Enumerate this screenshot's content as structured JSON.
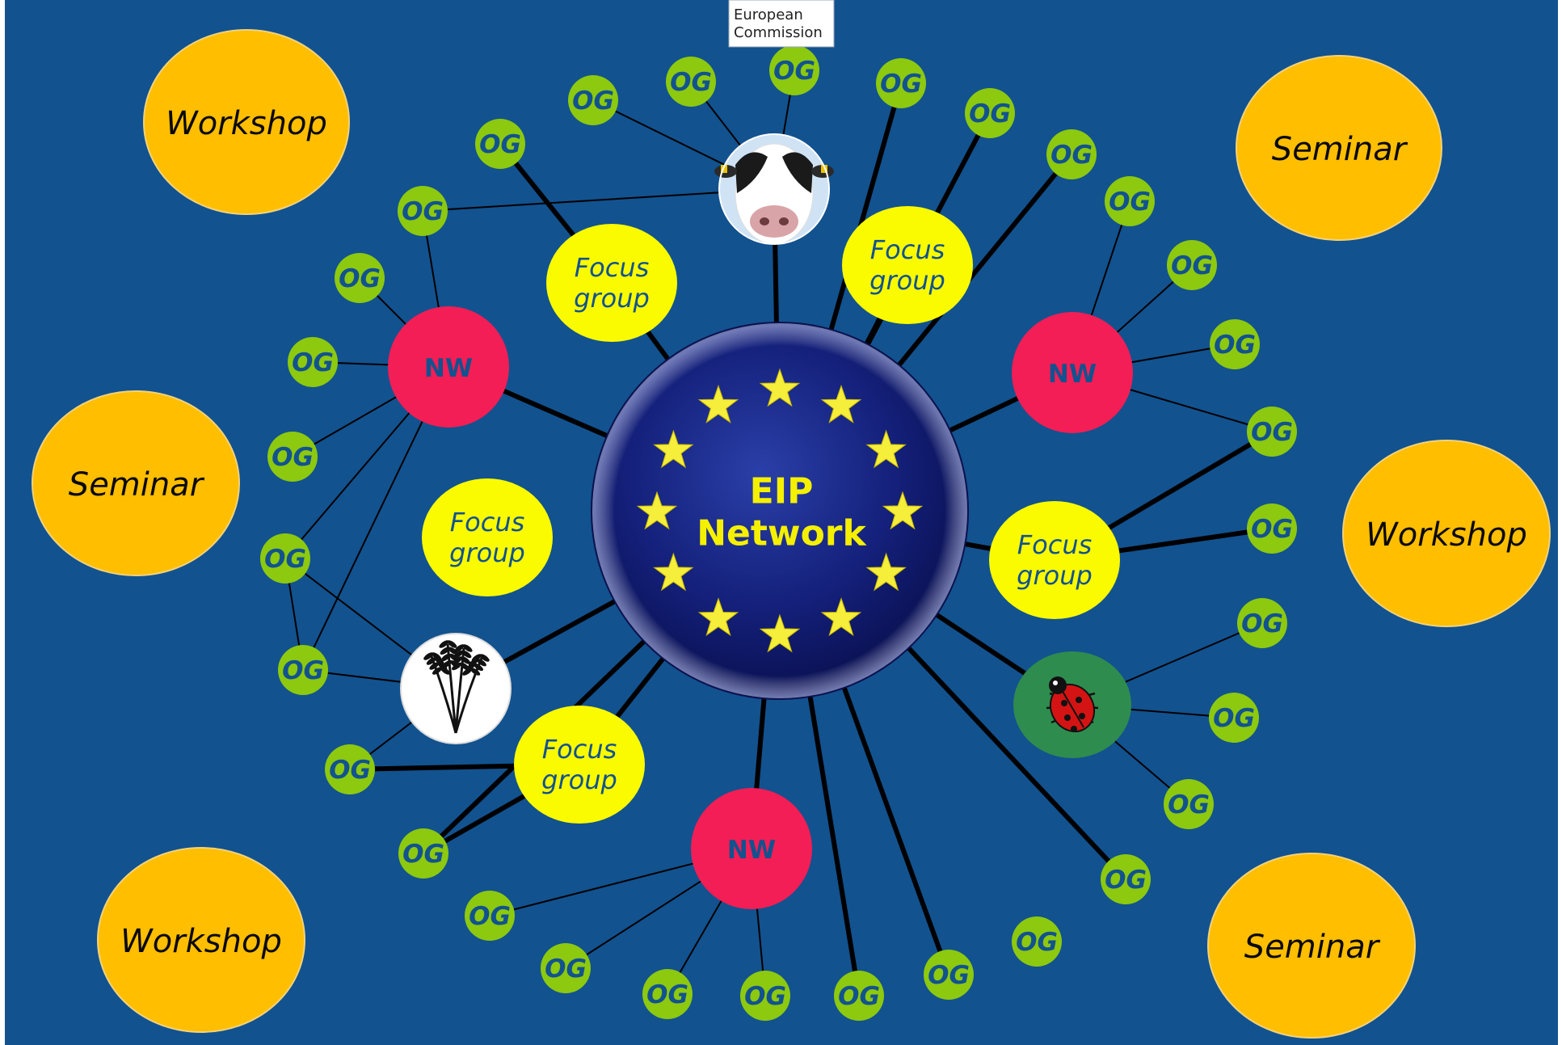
{
  "logo": {
    "line1": "European",
    "line2": "Commission"
  },
  "hub": {
    "title_line1": "EIP",
    "title_line2": "Network"
  },
  "labels": {
    "og": "OG",
    "nw": "NW",
    "focus_line1": "Focus",
    "focus_line2": "group",
    "workshop": "Workshop",
    "seminar": "Seminar"
  },
  "icons": {
    "cow": "cow-icon",
    "wheat": "wheat-icon",
    "ladybug": "ladybug-icon"
  },
  "colors": {
    "background": "#12528f",
    "og_fill": "#8cc90f",
    "og_text": "#12528f",
    "nw_fill": "#f21e55",
    "nw_text": "#12528f",
    "focus_fill": "#fbfb00",
    "focus_text": "#12528f",
    "event_fill": "#ffbe00",
    "event_text": "#0a0a0a",
    "hub_text": "#f5f000",
    "star": "#f5ee3a",
    "ladybug_bg": "#2e8c4f"
  }
}
